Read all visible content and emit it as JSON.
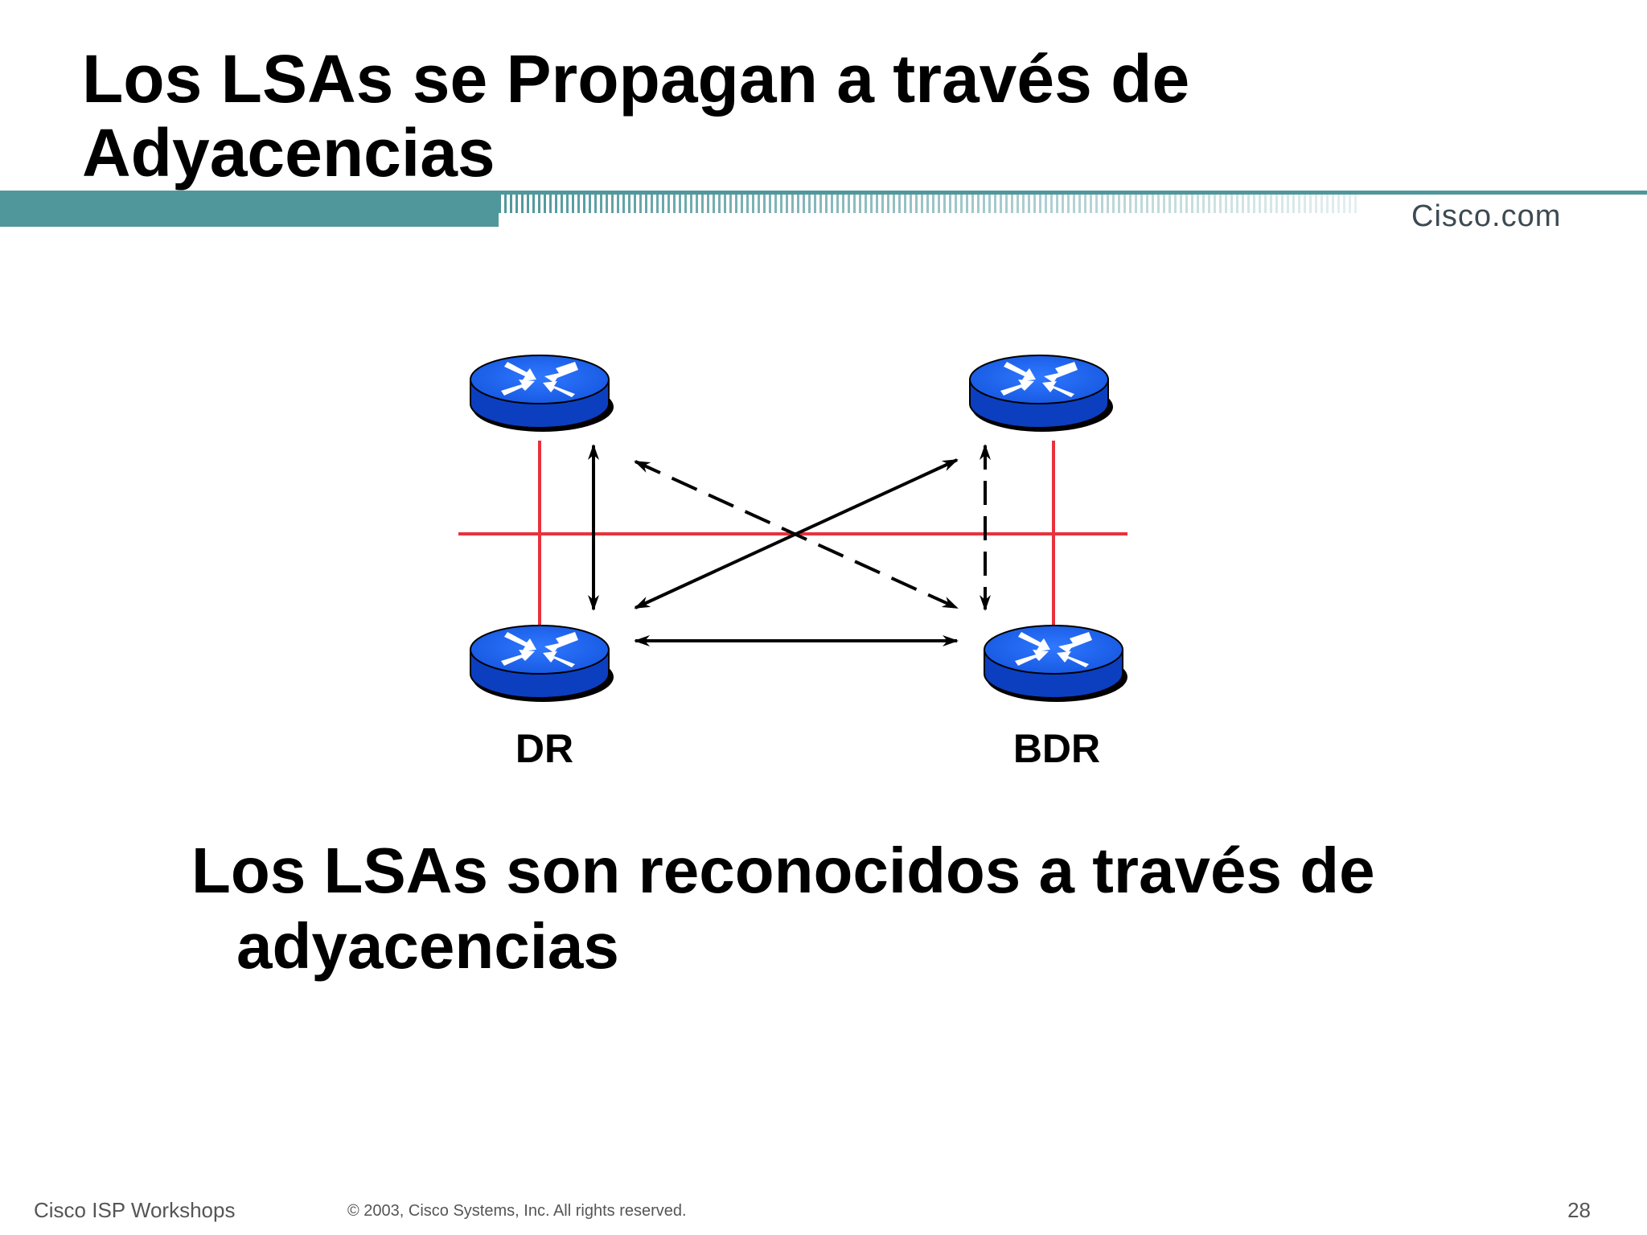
{
  "slide": {
    "title": "Los LSAs se Propagan a través de Adyacencias",
    "brand": "Cisco.com",
    "bullet_line1": "Los LSAs son reconocidos a través de",
    "bullet_line2": "adyacencias"
  },
  "diagram": {
    "routers": [
      {
        "id": "router-top-left",
        "label": ""
      },
      {
        "id": "router-top-right",
        "label": ""
      },
      {
        "id": "router-dr",
        "label": "DR"
      },
      {
        "id": "router-bdr",
        "label": "BDR"
      }
    ],
    "arrows": [
      {
        "from": "router-top-left",
        "to": "router-dr",
        "style": "solid"
      },
      {
        "from": "router-top-right",
        "to": "router-dr",
        "style": "solid"
      },
      {
        "from": "router-dr",
        "to": "router-bdr",
        "style": "solid"
      },
      {
        "from": "router-top-left",
        "to": "router-bdr",
        "style": "dashed"
      },
      {
        "from": "router-top-right",
        "to": "router-bdr",
        "style": "dashed"
      }
    ],
    "colors": {
      "router": "#1e64f0",
      "link": "#e8323c",
      "header_bar": "#4f979b"
    }
  },
  "footer": {
    "left": "Cisco ISP Workshops",
    "center": "© 2003, Cisco Systems, Inc. All rights reserved.",
    "page": "28"
  }
}
